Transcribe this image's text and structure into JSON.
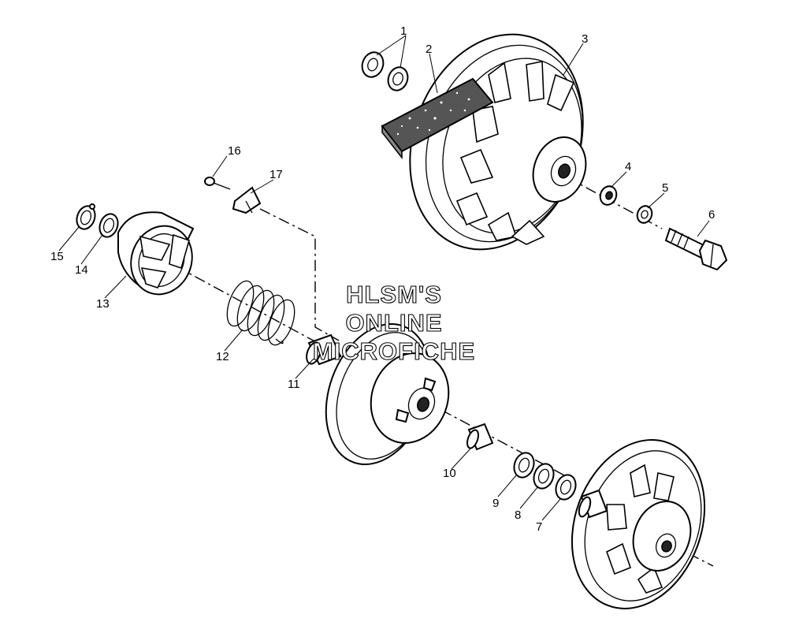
{
  "watermark": {
    "line1": "HLSM'S",
    "line2": "ONLINE",
    "line3": "MICROFICHE"
  },
  "callouts": [
    "1",
    "2",
    "3",
    "4",
    "5",
    "6",
    "7",
    "8",
    "9",
    "10",
    "11",
    "12",
    "13",
    "14",
    "15",
    "16",
    "17"
  ],
  "colors": {
    "line": "#000000",
    "background": "#ffffff"
  }
}
